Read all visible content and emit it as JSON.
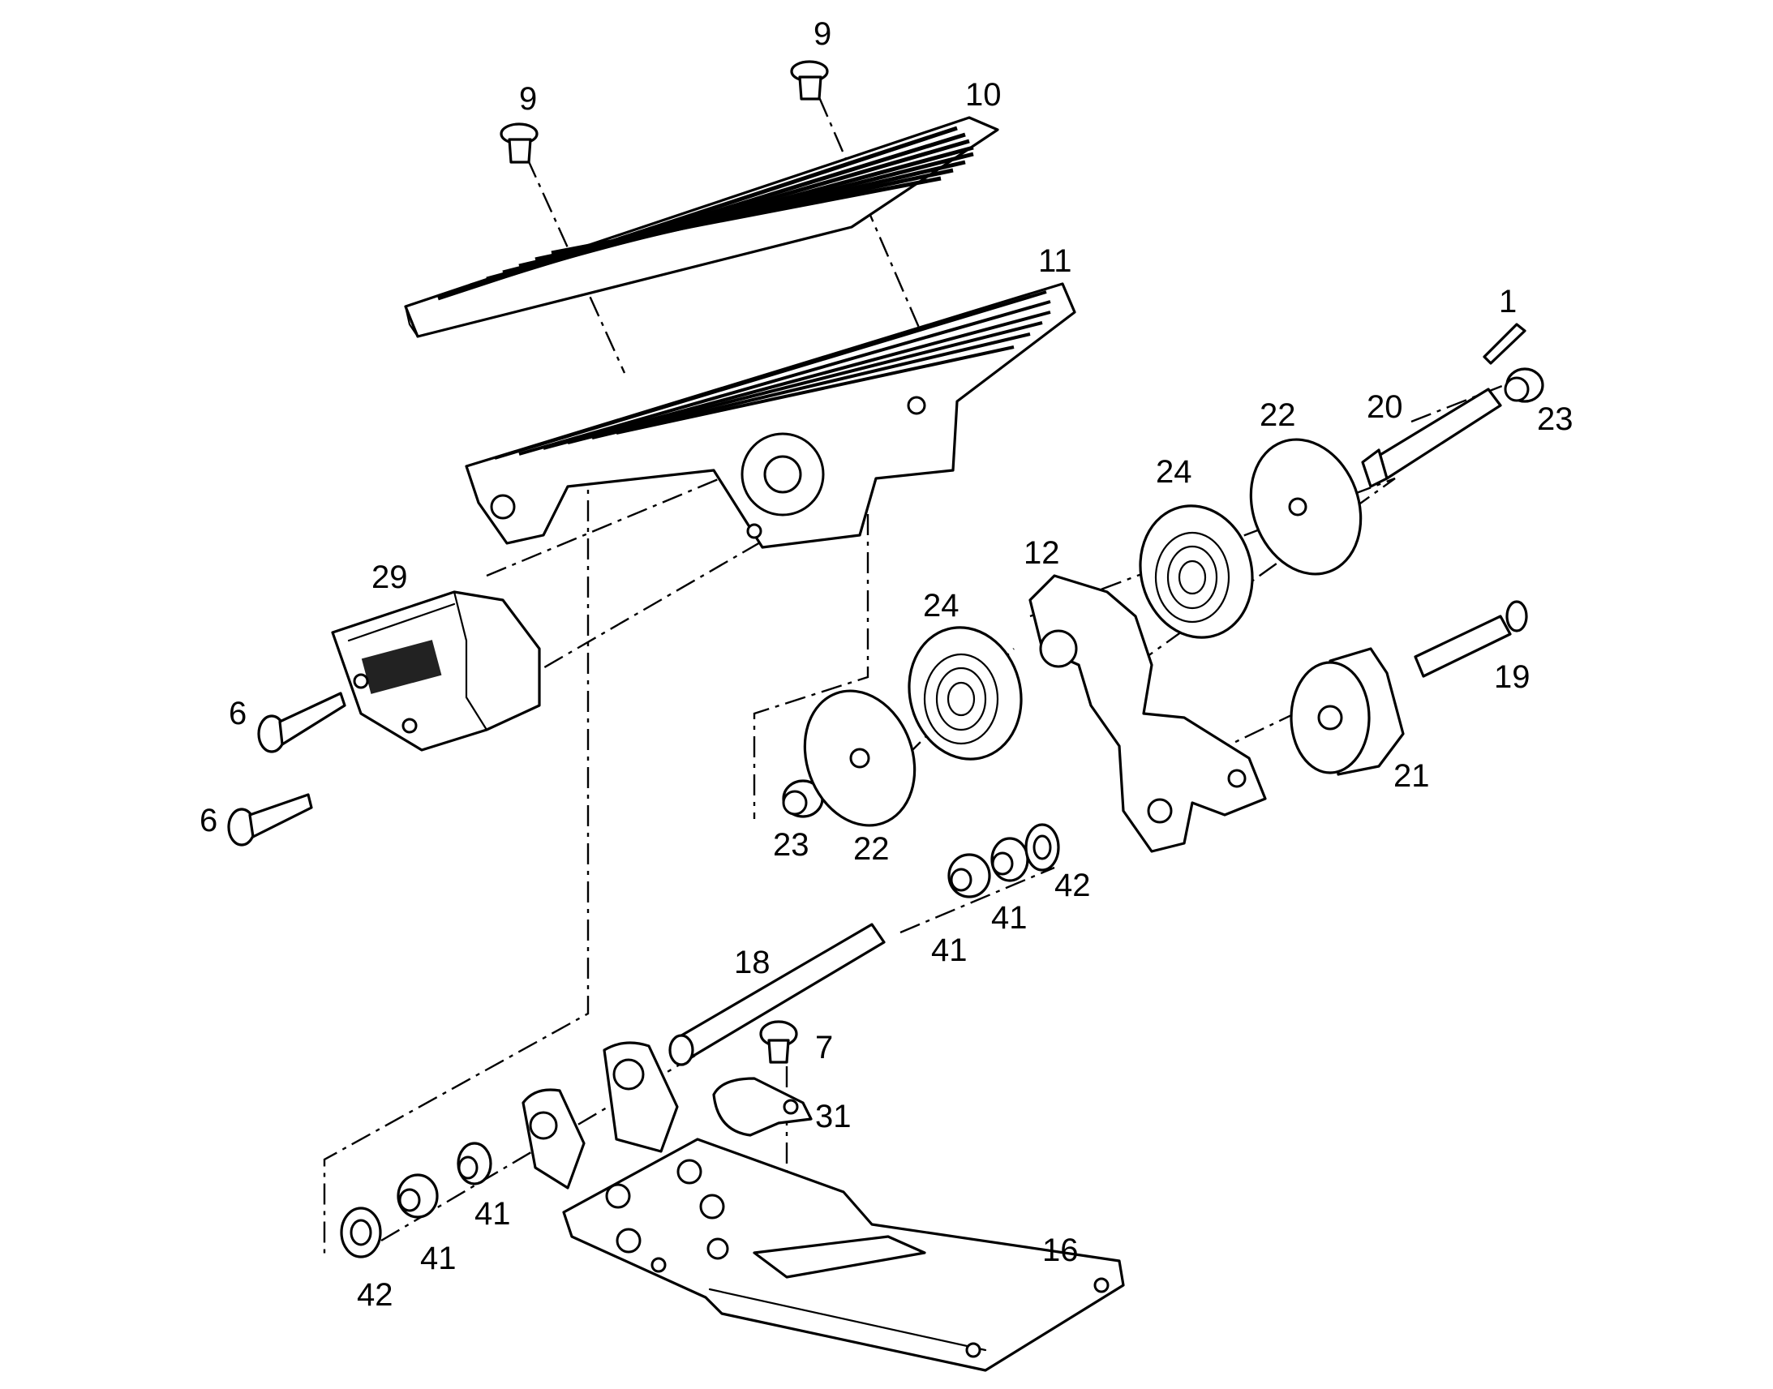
{
  "diagram": {
    "callouts": [
      {
        "id": "c1",
        "text": "1"
      },
      {
        "id": "c6a",
        "text": "6"
      },
      {
        "id": "c6b",
        "text": "6"
      },
      {
        "id": "c7",
        "text": "7"
      },
      {
        "id": "c9a",
        "text": "9"
      },
      {
        "id": "c9b",
        "text": "9"
      },
      {
        "id": "c10",
        "text": "10"
      },
      {
        "id": "c11",
        "text": "11"
      },
      {
        "id": "c12",
        "text": "12"
      },
      {
        "id": "c16",
        "text": "16"
      },
      {
        "id": "c18",
        "text": "18"
      },
      {
        "id": "c19",
        "text": "19"
      },
      {
        "id": "c20",
        "text": "20"
      },
      {
        "id": "c21",
        "text": "21"
      },
      {
        "id": "c22a",
        "text": "22"
      },
      {
        "id": "c22b",
        "text": "22"
      },
      {
        "id": "c23a",
        "text": "23"
      },
      {
        "id": "c23b",
        "text": "23"
      },
      {
        "id": "c24a",
        "text": "24"
      },
      {
        "id": "c24b",
        "text": "24"
      },
      {
        "id": "c29",
        "text": "29"
      },
      {
        "id": "c31",
        "text": "31"
      },
      {
        "id": "c41a",
        "text": "41"
      },
      {
        "id": "c41b",
        "text": "41"
      },
      {
        "id": "c41c",
        "text": "41"
      },
      {
        "id": "c41d",
        "text": "41"
      },
      {
        "id": "c42a",
        "text": "42"
      },
      {
        "id": "c42b",
        "text": "42"
      }
    ]
  }
}
